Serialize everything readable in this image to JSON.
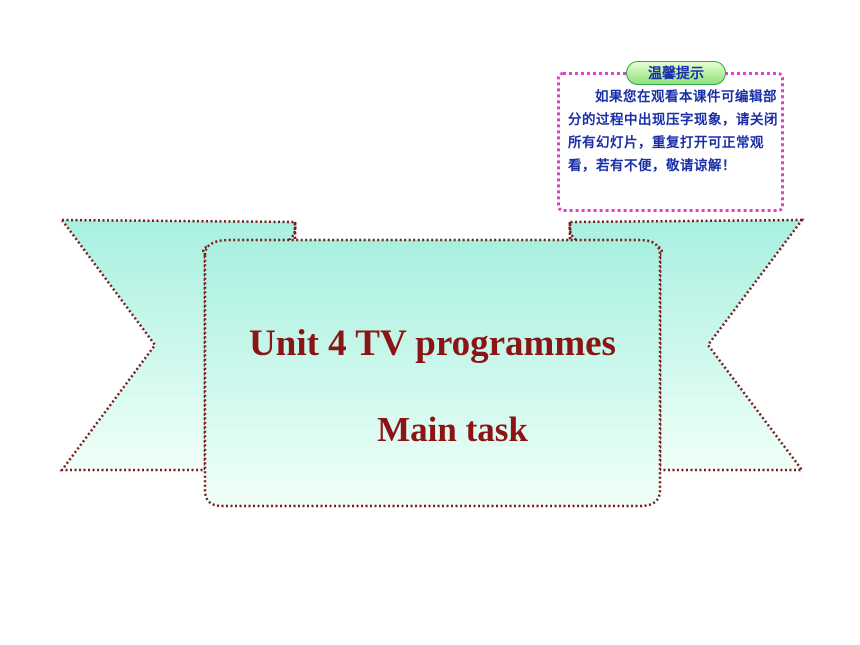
{
  "slide": {
    "title": "Unit 4  TV programmes",
    "subtitle": "Main task"
  },
  "notice": {
    "badge": "温馨提示",
    "text": "如果您在观看本课件可编辑部分的过程中出现压字现象，请关闭所有幻灯片，重复打开可正常观看，若有不便，敬请谅解！"
  },
  "colors": {
    "title": "#8b1414",
    "banner_fill_top": "#a8f0e0",
    "banner_fill_bottom": "#f0fff8",
    "banner_border": "#7a1a1a",
    "notice_border": "#e040c8",
    "notice_text": "#1a2ea8",
    "badge_fill": "#8fe07a"
  }
}
